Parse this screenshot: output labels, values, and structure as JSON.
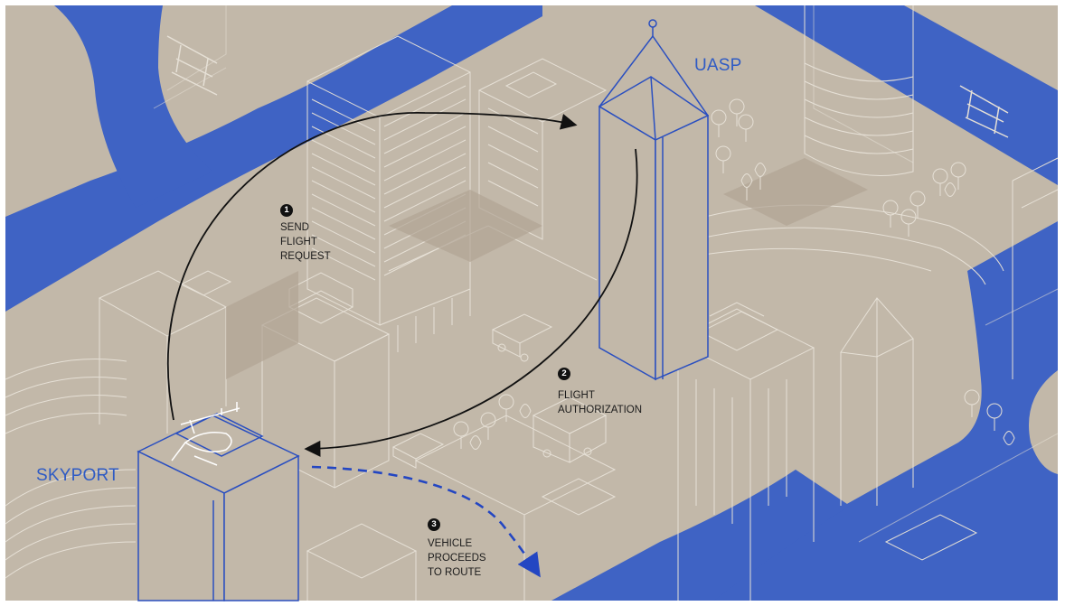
{
  "locations": {
    "uasp": "UASP",
    "skyport": "SKYPORT"
  },
  "steps": [
    {
      "number": "1",
      "lines": [
        "SEND",
        "FLIGHT",
        "REQUEST"
      ]
    },
    {
      "number": "2",
      "lines": [
        "FLIGHT",
        "AUTHORIZATION"
      ]
    },
    {
      "number": "3",
      "lines": [
        "VEHICLE",
        "PROCEEDS",
        "TO ROUTE"
      ]
    }
  ],
  "colors": {
    "ground": "#c2b8a9",
    "street": "#3f63c4",
    "building_line": "#e6e0d6",
    "highlight_line": "#2a4fc0",
    "arrow": "#111111",
    "route_arrow": "#2346c2"
  }
}
